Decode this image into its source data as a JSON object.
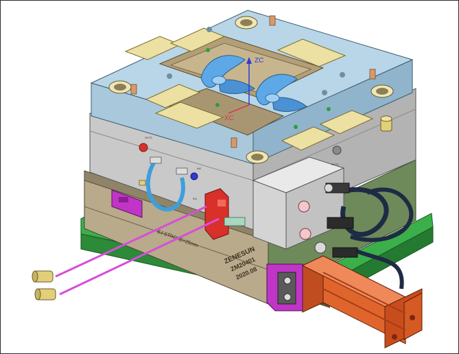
{
  "viewport": {
    "background": "#ffffff",
    "border_color": "#2b2b2b"
  },
  "axes": {
    "z_label": "ZC",
    "x_label": "XC",
    "z_color": "#2e3bd6",
    "x_color": "#d63a4a"
  },
  "port_labels": {
    "left_out": "OUT2",
    "left_in": "IN2",
    "front": "IN1",
    "block": "OUT1"
  },
  "side_marking": "EJ STROKE=25mm",
  "nameplate": {
    "line1": "ZENESUN",
    "line2": "ZM20401",
    "line3": "2020.08"
  },
  "colors": {
    "plate_blue": "#a9c8dc",
    "plate_grey": "#c9c9c9",
    "plate_tan": "#b8aa8b",
    "base_green": "#3bb04a",
    "wear_plate": "#ece0a2",
    "cylinder_orange": "#e0652c",
    "hose_navy": "#1f2a44",
    "hose_blue": "#3e9fdc",
    "magenta": "#c035c6",
    "clamp_red": "#d9302a"
  }
}
